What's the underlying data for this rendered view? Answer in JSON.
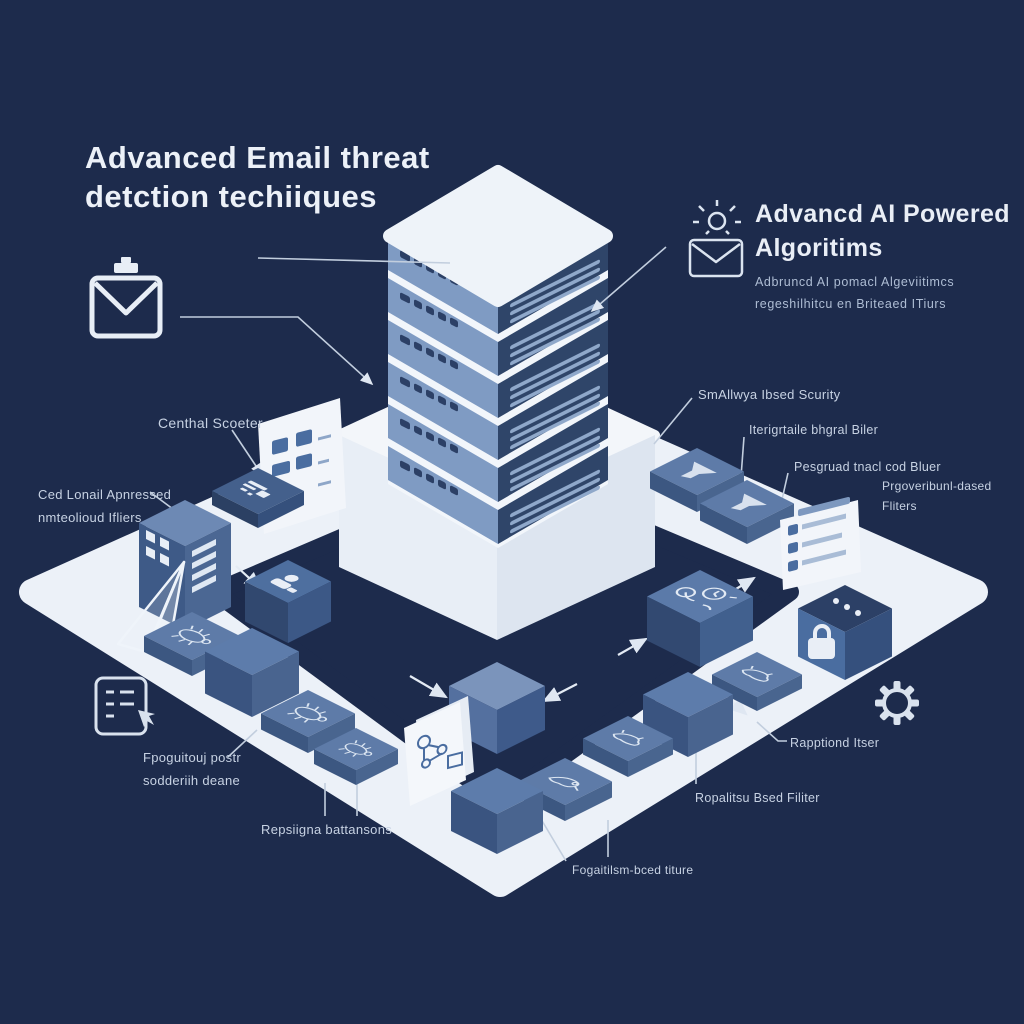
{
  "title": {
    "line1": "Advanced Email threat",
    "line2": "detction techiiques"
  },
  "right_callout": {
    "heading_line1": "Advancd AI Powered",
    "heading_line2": "Algoritims",
    "sub_line1": "Adbruncd AI pomacl Algeviitimcs",
    "sub_line2": "regeshilhitcu en Briteaed ITiurs",
    "icon": "email-idea-icon"
  },
  "labels": {
    "central_scanner": "Centhal Scoeter",
    "left_filter_line1": "Ced Lonail Apnressed",
    "left_filter_line2": "nmteolioud Ifliers",
    "signature_security": "SmAllwya Ibsed Scurity",
    "integral_filter": "Iterigrtaile bhgral Biler",
    "password_filter": "Pesgruad tnacl cod Bluer",
    "behavioral_line1": "Prgoveribunl-dased",
    "behavioral_line2": "Fliters",
    "fingerprint_line1": "Fpoguitouj postr",
    "fingerprint_line2": "sodderiih deane",
    "signature_patterns": "Repsiigna battansons",
    "reputation_laser": "Rapptiond Itser",
    "reputation_filter": "Ropalitsu Bsed Filiter",
    "algorithm_filter": "Fogaitilsm-bced titure"
  },
  "icons": [
    "stamped-envelope-icon",
    "email-idea-icon",
    "checklist-hand-icon",
    "gear-icon",
    "funnel-icon",
    "padlock-icon",
    "paper-plane-icon",
    "bug-icon",
    "clock-doodle-icon"
  ],
  "colors": {
    "background": "#1d2b4c",
    "platform": "#ecf1f8",
    "tower_layer_light": "#7f9bc3",
    "tower_layer_dark": "#2f4569",
    "cube_blue": "#4e6f9f",
    "title_text": "#ecf1f8",
    "label_text": "#c7d2e3",
    "connector_line": "#c2cede"
  }
}
